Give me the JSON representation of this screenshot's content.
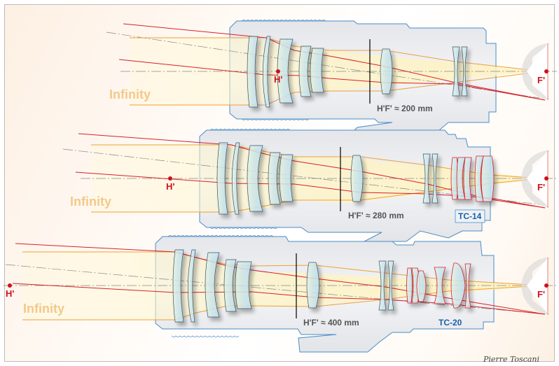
{
  "title": "Telephoto lens with teleconverters — effective focal length",
  "colors": {
    "marginal_ray": "#f0a030",
    "chief_ray": "#d8202a",
    "axis": "#888888",
    "housing_outline": "#4a8cc8",
    "housing_fill": "#e9ebef",
    "lens_fill": "#cfe8f6",
    "lens_edge": "#3e5560",
    "tc_lens_edge": "#d8202a",
    "beam_fill": "#fff6cc",
    "infinity_text": "#f3c98a",
    "point_label": "#d0101a",
    "dimension_text": "#555555",
    "tc_text": "#1a5fa8"
  },
  "diagrams": [
    {
      "id": "bare-lens",
      "object_label": "Infinity",
      "principal_point_label": "H'",
      "focal_point_label": "F'",
      "distance_label": "H'F' ≈ 200 mm",
      "distance_mm": 200,
      "teleconverter": null
    },
    {
      "id": "with-tc14",
      "object_label": "Infinity",
      "principal_point_label": "H'",
      "focal_point_label": "F'",
      "distance_label": "H'F' ≈ 280 mm",
      "distance_mm": 280,
      "teleconverter": "TC-14"
    },
    {
      "id": "with-tc20",
      "object_label": "Infinity",
      "principal_point_label": "H'",
      "focal_point_label": "F'",
      "distance_label": "H'F' ≈ 400 mm",
      "distance_mm": 400,
      "teleconverter": "TC-20"
    }
  ],
  "signature": "Pierre Toscani"
}
